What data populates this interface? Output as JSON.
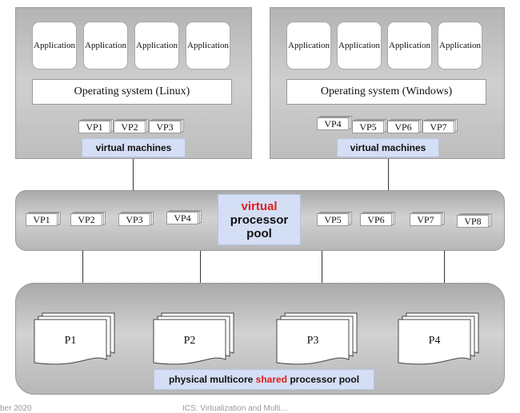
{
  "left_vm": {
    "apps": [
      "Application",
      "Application",
      "Application",
      "Application"
    ],
    "os": "Operating system (Linux)",
    "vps": [
      "VP1",
      "VP2",
      "VP3"
    ],
    "label": "virtual machines"
  },
  "right_vm": {
    "apps": [
      "Application",
      "Application",
      "Application",
      "Application"
    ],
    "os": "Operating system (Windows)",
    "vps": [
      "VP4",
      "VP5",
      "VP6",
      "VP7"
    ],
    "label": "virtual machines"
  },
  "virtual_pool": {
    "title_highlight": "virtual",
    "title_line2": "processor",
    "title_line3": "pool",
    "vps_left": [
      "VP1",
      "VP2",
      "VP3",
      "VP4"
    ],
    "vps_right": [
      "VP5",
      "VP6",
      "VP7",
      "VP8"
    ]
  },
  "physical_pool": {
    "processors": [
      "P1",
      "P2",
      "P3",
      "P4"
    ],
    "label_pre": "physical multicore ",
    "label_highlight": "shared",
    "label_post": " processor pool"
  },
  "footer": {
    "left": "ber 2020",
    "center": "ICS: Virtualization and Multi..."
  },
  "colors": {
    "highlight": "#e02020",
    "label_bg": "#d4def4",
    "box_gray": "#bfbfbf"
  }
}
